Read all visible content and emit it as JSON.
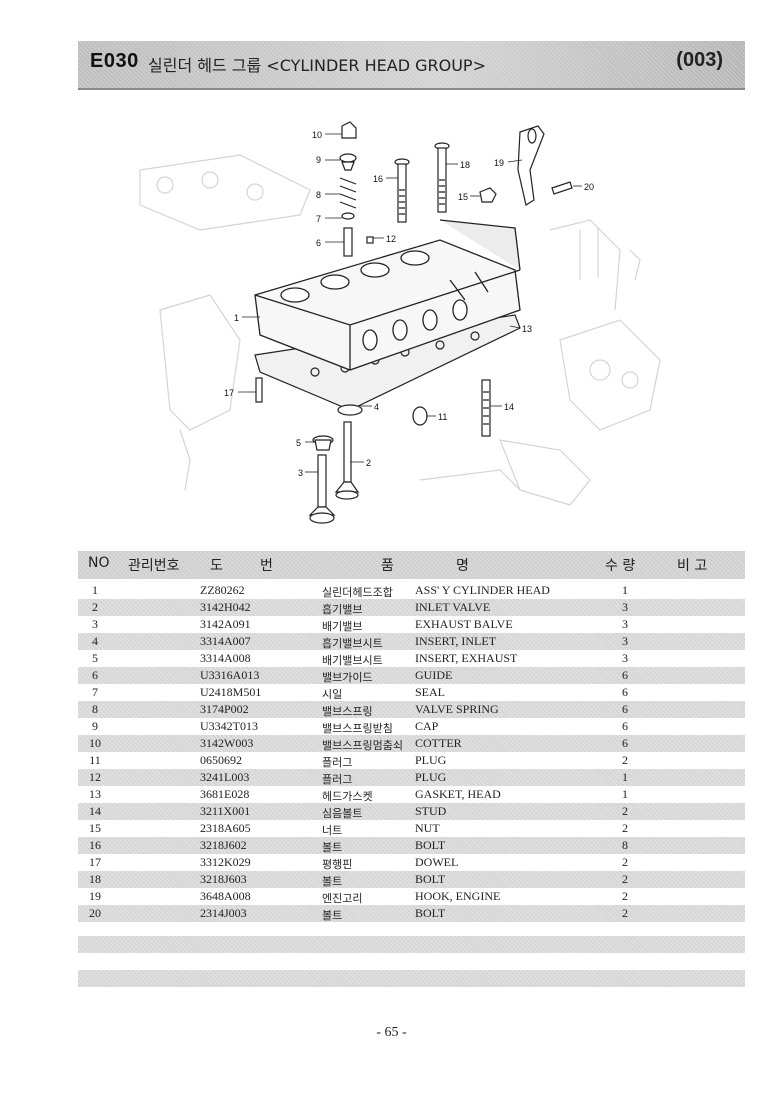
{
  "header": {
    "code": "E030",
    "title": "실린더 헤드 그룹 <CYLINDER HEAD GROUP>",
    "page_code": "(003)"
  },
  "diagram": {
    "callouts": [
      "10",
      "9",
      "8",
      "7",
      "6",
      "16",
      "18",
      "19",
      "20",
      "15",
      "12",
      "1",
      "13",
      "17",
      "4",
      "11",
      "14",
      "5",
      "2",
      "3"
    ]
  },
  "table": {
    "headers": {
      "no": "NO",
      "mgmt": "관리번호",
      "drawing_1": "도",
      "drawing_2": "번",
      "item_1": "품",
      "item_2": "명",
      "qty": "수 량",
      "remarks": "비 고"
    },
    "rows": [
      {
        "no": "1",
        "part": "ZZ80262",
        "kr": "실린더헤드조합",
        "en": "ASS' Y CYLINDER HEAD",
        "qty": "1"
      },
      {
        "no": "2",
        "part": "3142H042",
        "kr": "흡기밸브",
        "en": "INLET VALVE",
        "qty": "3"
      },
      {
        "no": "3",
        "part": "3142A091",
        "kr": "배기밸브",
        "en": "EXHAUST BALVE",
        "qty": "3"
      },
      {
        "no": "4",
        "part": "3314A007",
        "kr": "흡기밸브시트",
        "en": "INSERT, INLET",
        "qty": "3"
      },
      {
        "no": "5",
        "part": "3314A008",
        "kr": "배기밸브시트",
        "en": "INSERT, EXHAUST",
        "qty": "3"
      },
      {
        "no": "6",
        "part": "U3316A013",
        "kr": "밸브가이드",
        "en": "GUIDE",
        "qty": "6"
      },
      {
        "no": "7",
        "part": "U2418M501",
        "kr": "시일",
        "en": "SEAL",
        "qty": "6"
      },
      {
        "no": "8",
        "part": "3174P002",
        "kr": "밸브스프링",
        "en": "VALVE SPRING",
        "qty": "6"
      },
      {
        "no": "9",
        "part": "U3342T013",
        "kr": "밸브스프링받침",
        "en": "CAP",
        "qty": "6"
      },
      {
        "no": "10",
        "part": "3142W003",
        "kr": "밸브스프링멈춤쇠",
        "en": "COTTER",
        "qty": "6"
      },
      {
        "no": "11",
        "part": "0650692",
        "kr": "플러그",
        "en": "PLUG",
        "qty": "2"
      },
      {
        "no": "12",
        "part": "3241L003",
        "kr": "플러그",
        "en": "PLUG",
        "qty": "1"
      },
      {
        "no": "13",
        "part": "3681E028",
        "kr": "헤드가스켓",
        "en": "GASKET, HEAD",
        "qty": "1"
      },
      {
        "no": "14",
        "part": "3211X001",
        "kr": "심음볼트",
        "en": "STUD",
        "qty": "2"
      },
      {
        "no": "15",
        "part": "2318A605",
        "kr": "너트",
        "en": "NUT",
        "qty": "2"
      },
      {
        "no": "16",
        "part": "3218J602",
        "kr": "볼트",
        "en": "BOLT",
        "qty": "8"
      },
      {
        "no": "17",
        "part": "3312K029",
        "kr": "평행핀",
        "en": "DOWEL",
        "qty": "2"
      },
      {
        "no": "18",
        "part": "3218J603",
        "kr": "볼트",
        "en": "BOLT",
        "qty": "2"
      },
      {
        "no": "19",
        "part": "3648A008",
        "kr": "엔진고리",
        "en": "HOOK, ENGINE",
        "qty": "2"
      },
      {
        "no": "20",
        "part": "2314J003",
        "kr": "볼트",
        "en": "BOLT",
        "qty": "2"
      }
    ]
  },
  "footer": {
    "page": "- 65 -"
  }
}
